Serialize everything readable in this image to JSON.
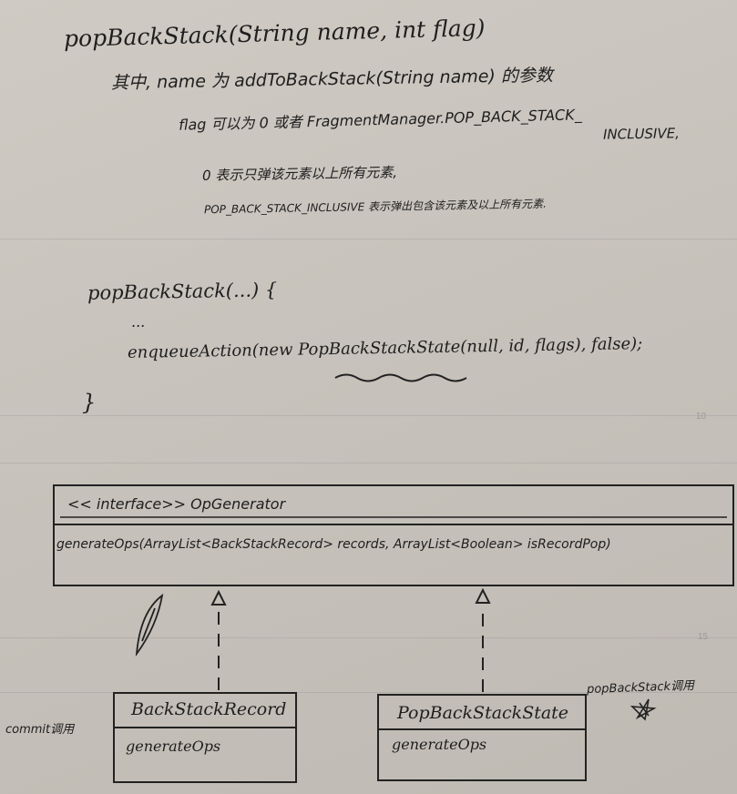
{
  "notes": {
    "signature": "popBackStack(String name, int flag)",
    "line1": "其中, name 为 addToBackStack(String name) 的参数",
    "line2": "flag 可以为 0 或者 FragmentManager.POP_BACK_STACK_",
    "line2b": "INCLUSIVE,",
    "line3": "0 表示只弹该元素以上所有元素,",
    "line4": "POP_BACK_STACK_INCLUSIVE 表示弹出包含该元素及以上所有元素."
  },
  "code": {
    "open": "popBackStack(...) {",
    "dots": "...",
    "body": "enqueueAction(new PopBackStackState(null, id, flags), false);",
    "close": "}"
  },
  "interface_box": {
    "header": "<< interface>> OpGenerator",
    "method": "generateOps(ArrayList<BackStackRecord> records, ArrayList<Boolean> isRecordPop)"
  },
  "left_class": {
    "caller": "commit调用",
    "name": "BackStackRecord",
    "method": "generateOps"
  },
  "right_class": {
    "caller": "popBackStack调用",
    "name": "PopBackStackState",
    "method": "generateOps"
  },
  "page_numbers": [
    "10",
    "15"
  ]
}
